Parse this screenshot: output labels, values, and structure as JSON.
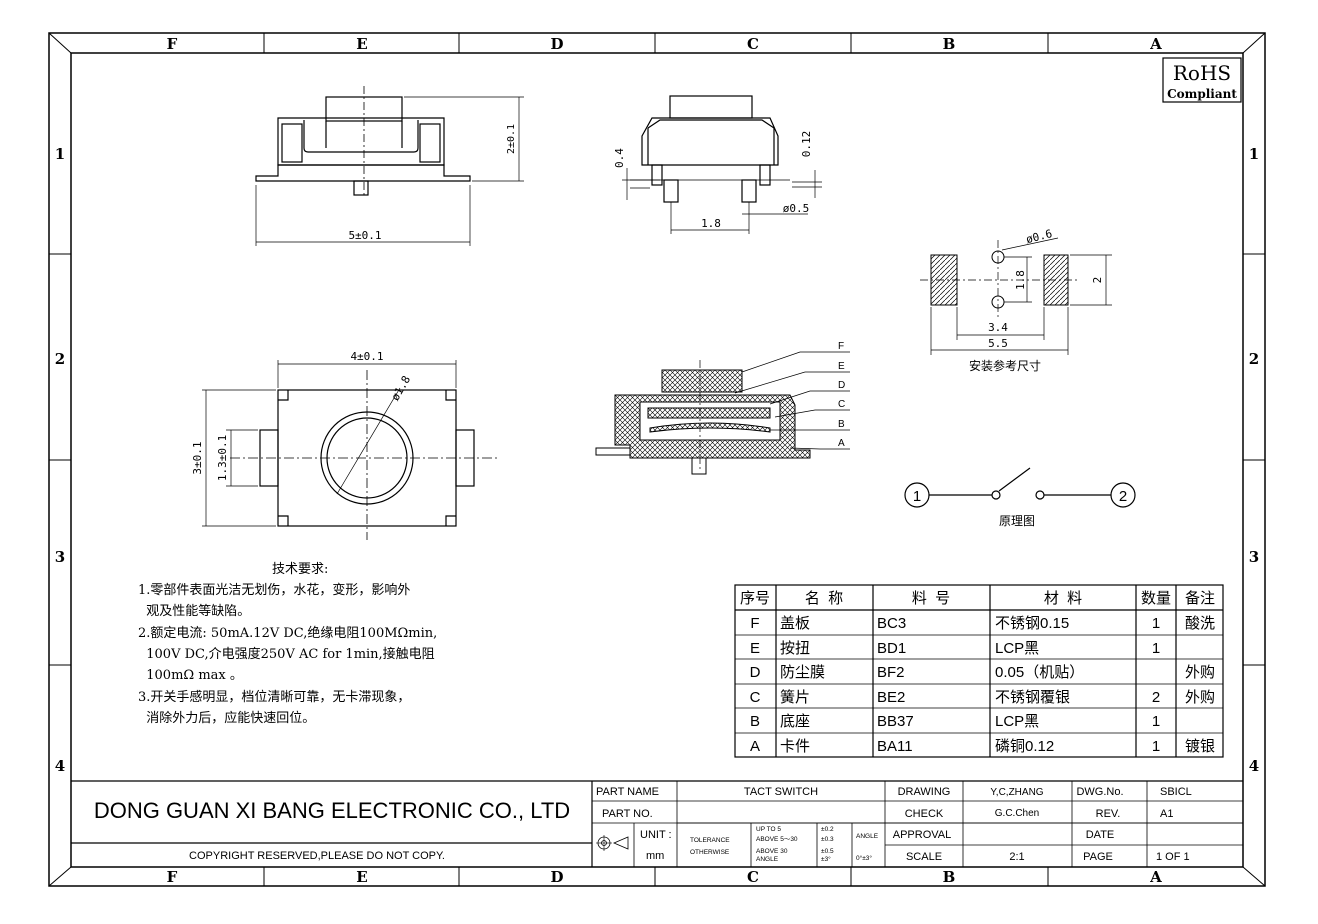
{
  "border": {
    "top_columns": [
      "F",
      "E",
      "D",
      "C",
      "B",
      "A"
    ],
    "bottom_columns": [
      "F",
      "E",
      "D",
      "C",
      "B",
      "A"
    ],
    "left_rows": [
      "1",
      "2",
      "3",
      "4"
    ],
    "right_rows": [
      "1",
      "2",
      "3",
      "4"
    ]
  },
  "rohs": {
    "line1": "RoHS",
    "line2": "Compliant"
  },
  "dimensions": {
    "front_width": "5±0.1",
    "front_height": "2±0.1",
    "side_04": "0.4",
    "side_012": "0.12",
    "side_18": "1.8",
    "side_pin": "ø0.5",
    "top_width": "4±0.1",
    "top_dia": "ø1.8",
    "top_h3": "3±0.1",
    "top_h13": "1.3±0.1",
    "pad_hole": "ø0.6",
    "pad_18": "1.8",
    "pad_2": "2",
    "pad_34": "3.4",
    "pad_55": "5.5",
    "pad_caption": "安装参考尺寸"
  },
  "section_labels": [
    "F",
    "E",
    "D",
    "C",
    "B",
    "A"
  ],
  "schematic": {
    "pin1": "1",
    "pin2": "2",
    "caption": "原理图"
  },
  "notes": {
    "title": "技术要求:",
    "lines": [
      "1.零部件表面光洁无划伤，水花，变形，影响外",
      "  观及性能等缺陷。",
      "2.额定电流: 50mA.12V DC,绝缘电阻100MΩmin,",
      "  100V DC,介电强度250V AC for 1min,接触电阻",
      "  100mΩ max 。",
      "3.开关手感明显，档位清晰可靠，无卡滞现象，",
      "  消除外力后，应能快速回位。"
    ]
  },
  "bom": {
    "headers": [
      "序号",
      "名  称",
      "料  号",
      "材  料",
      "数量",
      "备注"
    ],
    "rows": [
      [
        "F",
        "盖板",
        "BC3",
        "不锈钢0.15",
        "1",
        "酸洗"
      ],
      [
        "E",
        "按扭",
        "BD1",
        "LCP黑",
        "1",
        ""
      ],
      [
        "D",
        "防尘膜",
        "BF2",
        "0.05（机贴）",
        "",
        "外购"
      ],
      [
        "C",
        "簧片",
        "BE2",
        "不锈钢覆银",
        "2",
        "外购"
      ],
      [
        "B",
        "底座",
        "BB37",
        "LCP黑",
        "1",
        ""
      ],
      [
        "A",
        "卡件",
        "BA11",
        "磷铜0.12",
        "1",
        "镀银"
      ]
    ]
  },
  "title_block": {
    "company": "DONG GUAN XI BANG ELECTRONIC CO., LTD",
    "copyright": "COPYRIGHT RESERVED,PLEASE DO NOT COPY.",
    "part_name_label": "PART NAME",
    "part_name": "TACT SWITCH",
    "part_no_label": "PART NO.",
    "unit_label": "UNIT :",
    "unit": "mm",
    "tolerance_label": "TOLERANCE",
    "otherwise_label": "OTHERWISE",
    "tol_rows": [
      [
        "UP TO 5",
        "±0.2"
      ],
      [
        "ABOVE 5～30",
        "±0.3"
      ],
      [
        "ABOVE 30",
        "±0.5"
      ],
      [
        "ANGLE",
        "±3°"
      ]
    ],
    "angle_label": "ANGLE",
    "angle_value": "0°±3°",
    "drawing_label": "DRAWING",
    "drawing_by": "Y,C,ZHANG",
    "check_label": "CHECK",
    "check_by": "G.C.Chen",
    "approval_label": "APPROVAL",
    "scale_label": "SCALE",
    "scale": "2:1",
    "dwg_no_label": "DWG.No.",
    "dwg_no": "SBICL",
    "rev_label": "REV.",
    "rev": "A1",
    "date_label": "DATE",
    "page_label": "PAGE",
    "page": "1 OF 1"
  }
}
